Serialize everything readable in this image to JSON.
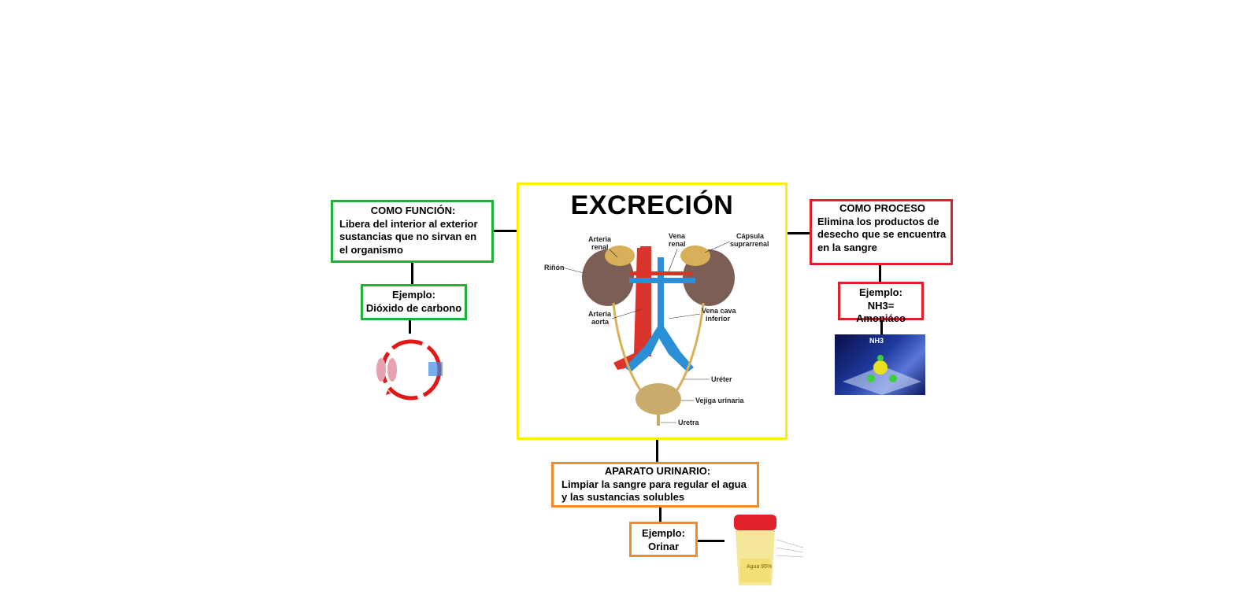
{
  "central": {
    "title": "EXCRECIÓN",
    "image_labels": {
      "arteria_renal": "Arteria renal",
      "vena_renal": "Vena renal",
      "capsula_suprarrenal": "Cápsula suprarrenal",
      "rinon": "Riñón",
      "arteria_aorta": "Arteria aorta",
      "vena_cava_inferior": "Vena cava inferior",
      "ureter": "Uréter",
      "vejiga_urinaria": "Vejiga urinaria",
      "uretra": "Uretra"
    }
  },
  "funcion": {
    "heading": "COMO FUNCIÓN:",
    "body": "Libera del interior al exterior sustancias que no sirvan en el organismo",
    "example_heading": "Ejemplo:",
    "example_value": "Dióxido de carbono"
  },
  "proceso": {
    "heading": "COMO PROCESO",
    "body": "Elimina los productos de desecho que se encuentra en la sangre",
    "example_heading": "Ejemplo:",
    "example_value": "NH3= Amoniáco",
    "image_label": "NH3"
  },
  "aparato": {
    "heading": "APARATO URINARIO:",
    "body": "Limpiar la sangre para regular el agua y las sustancias solubles",
    "example_heading": "Ejemplo:",
    "example_value": "Orinar",
    "image_label": "Agua 95%"
  },
  "colors": {
    "funcion": "#1fb03c",
    "proceso": "#e0202a",
    "aparato": "#f28a2e",
    "central": "#ffee00"
  }
}
